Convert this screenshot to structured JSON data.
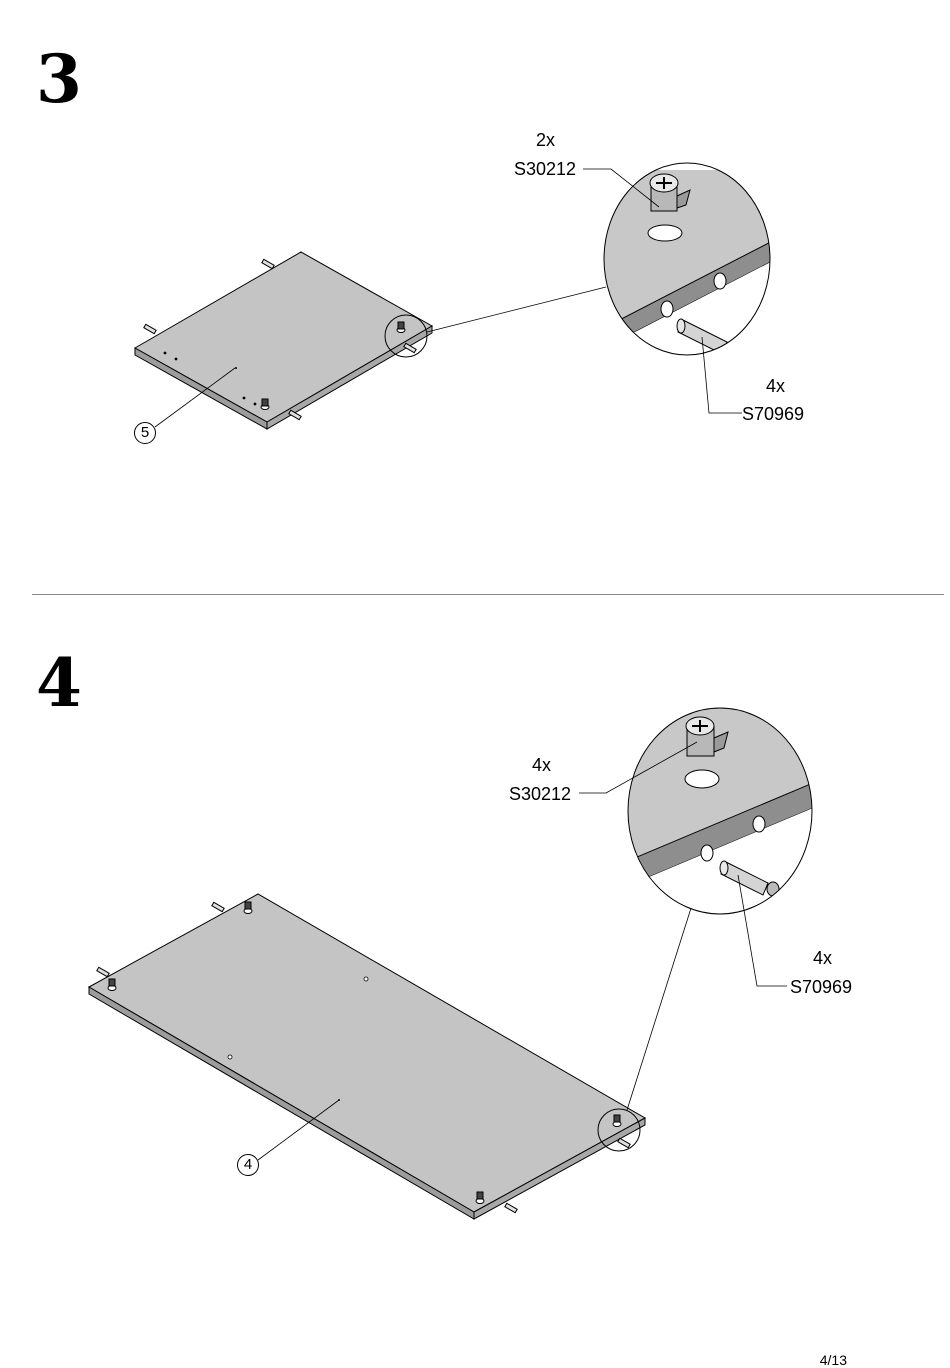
{
  "steps": [
    {
      "number": "3",
      "part_callout": "5",
      "hardware": [
        {
          "quantity": "2x",
          "code": "S30212"
        },
        {
          "quantity": "4x",
          "code": "S70969"
        }
      ]
    },
    {
      "number": "4",
      "part_callout": "4",
      "hardware": [
        {
          "quantity": "4x",
          "code": "S30212"
        },
        {
          "quantity": "4x",
          "code": "S70969"
        }
      ]
    }
  ],
  "page_number": "4/13",
  "colors": {
    "panel": "#c4c4c4",
    "edge": "#9c9c9c",
    "detail_bg": "#c8c8c8",
    "line": "#000000"
  }
}
